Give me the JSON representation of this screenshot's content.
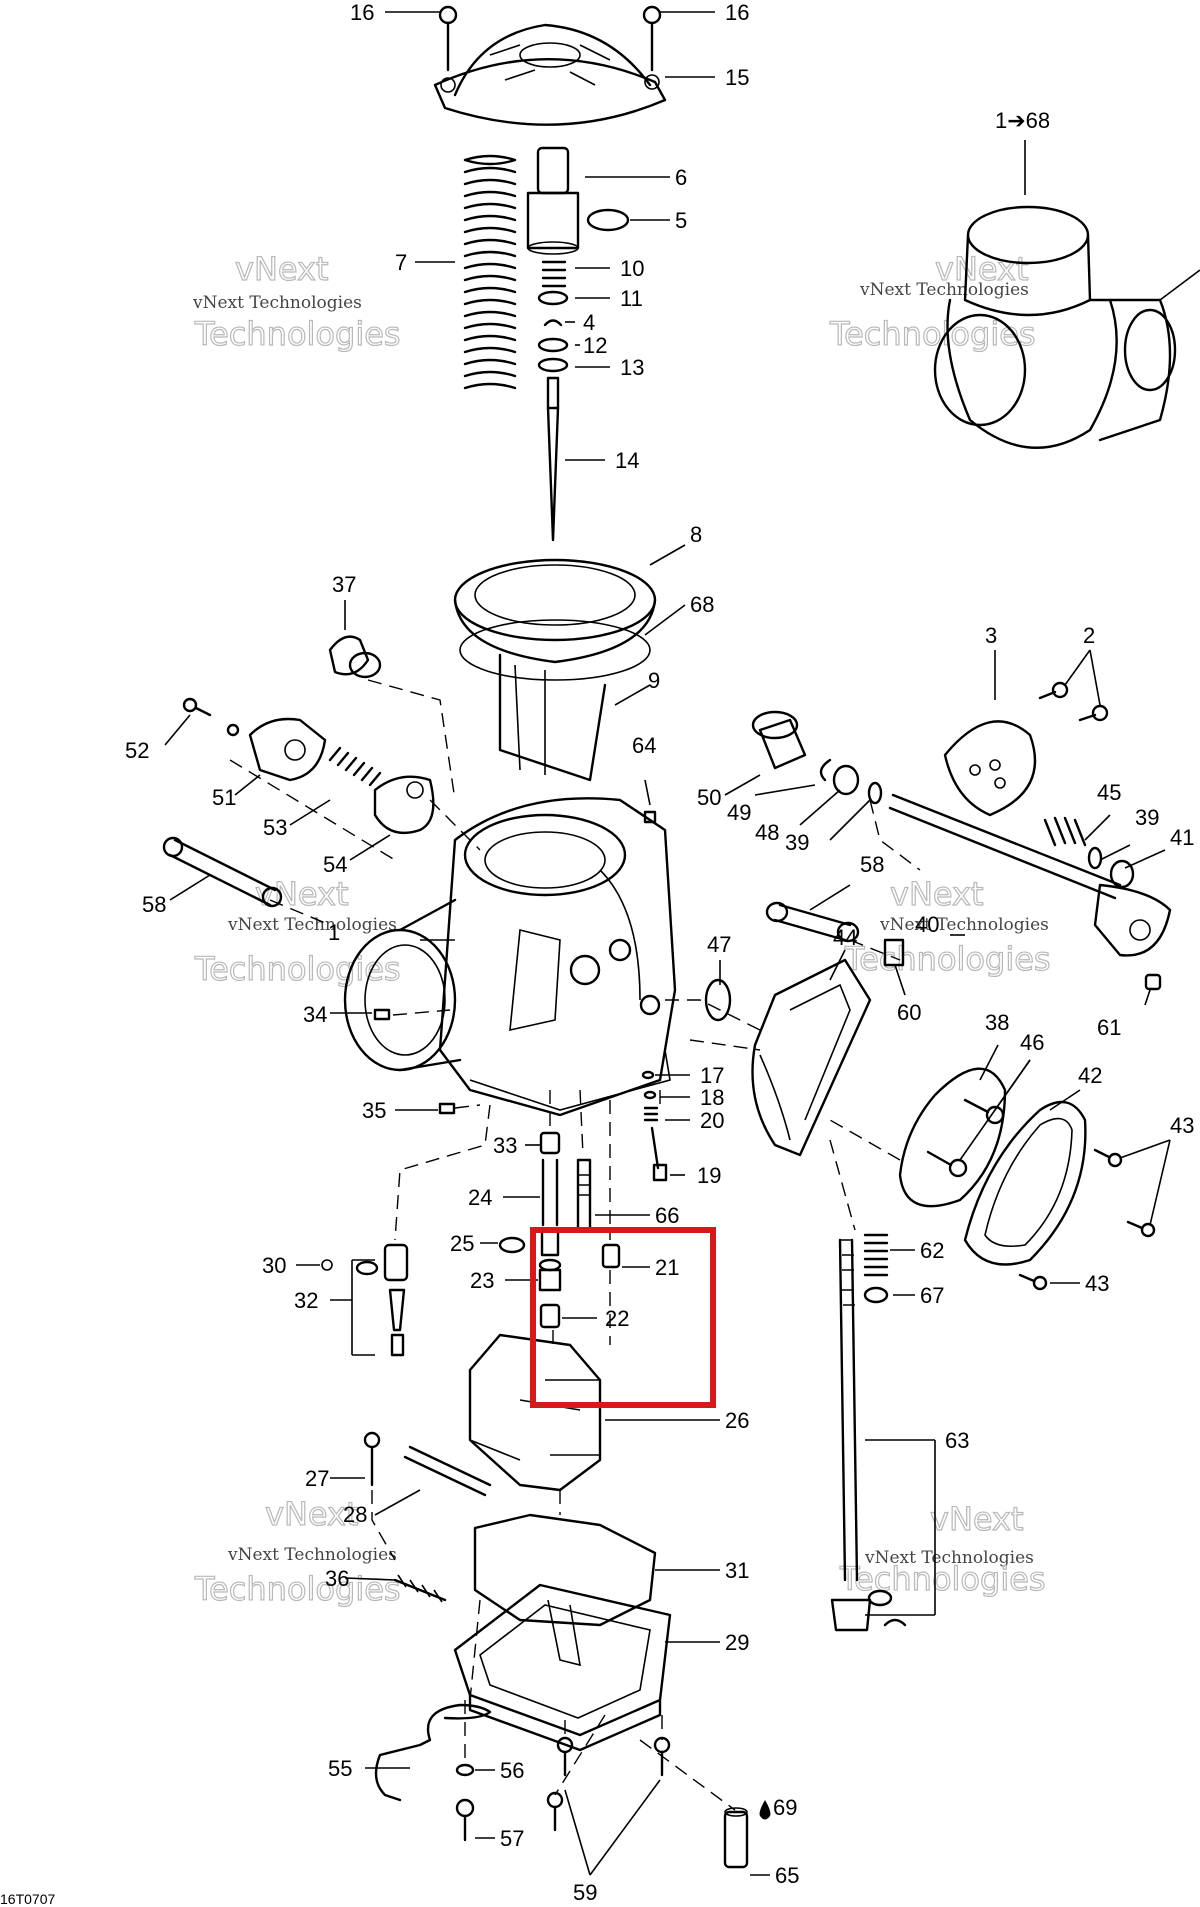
{
  "diagram": {
    "code": "16T0707",
    "highlight_color": "#d7191c",
    "watermark": {
      "line1": "vNext",
      "line2": "vNext Technologies",
      "line3": "Technologies"
    },
    "callouts": {
      "c16a": "16",
      "c16b": "16",
      "c15": "15",
      "c6": "6",
      "c5": "5",
      "c7": "7",
      "c10": "10",
      "c11": "11",
      "c4": "4",
      "c12": "12",
      "c13": "13",
      "c14": "14",
      "c1to68": "1➔68",
      "c8": "8",
      "c68": "68",
      "c37": "37",
      "c9": "9",
      "c3": "3",
      "c2": "2",
      "c52": "52",
      "c51": "51",
      "c53": "53",
      "c54": "54",
      "c64": "64",
      "c50": "50",
      "c49": "49",
      "c48": "48",
      "c39a": "39",
      "c45": "45",
      "c39b": "39",
      "c41": "41",
      "c58a": "58",
      "c58b": "58",
      "c1": "1",
      "c40": "40",
      "c47": "47",
      "c44": "44",
      "c60": "60",
      "c34": "34",
      "c61": "61",
      "c38": "38",
      "c46": "46",
      "c42": "42",
      "c17": "17",
      "c18": "18",
      "c35": "35",
      "c20": "20",
      "c43a": "43",
      "c33": "33",
      "c19": "19",
      "c24": "24",
      "c66": "66",
      "c62": "62",
      "c25": "25",
      "c21": "21",
      "c30": "30",
      "c43b": "43",
      "c32": "32",
      "c23": "23",
      "c67": "67",
      "c22": "22",
      "c26": "26",
      "c63": "63",
      "c27": "27",
      "c28": "28",
      "c31": "31",
      "c36": "36",
      "c29": "29",
      "c55": "55",
      "c56": "56",
      "c57": "57",
      "c69": "69",
      "c59": "59",
      "c65": "65"
    }
  }
}
